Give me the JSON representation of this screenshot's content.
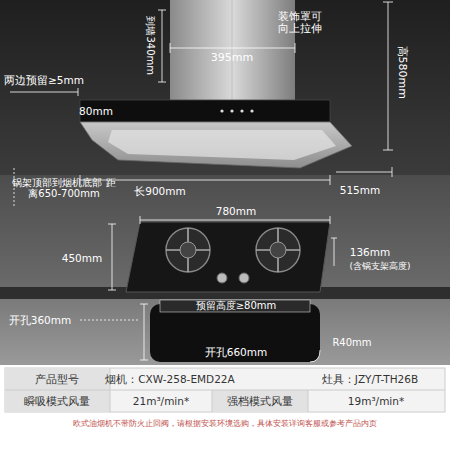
{
  "diagram": {
    "labels": [
      "395mm",
      "装饰罩可 向上拉伸",
      "到墙340mm",
      "高580mm",
      "两边预留≥5mm",
      "80mm",
      "锅架顶部到烟机底部 距离650-700mm",
      "长900mm",
      "515mm",
      "780mm",
      "450mm",
      "136mm",
      "(含锅支架高度)",
      "预留高度≥80mm",
      "开孔360mm",
      "R40mm",
      "开孔660mm",
      "产品型号",
      "烟机：CXW-258-EMD22A",
      "灶具：JZY/T-TH26B",
      "瞬吸模式风量",
      "21m³/min*",
      "强档模式风量",
      "19m³/min*",
      "欧式油烟机不带防火止回阀，请根据安装环境选购，具体安装详询客服或参考产品内页"
    ]
  }
}
